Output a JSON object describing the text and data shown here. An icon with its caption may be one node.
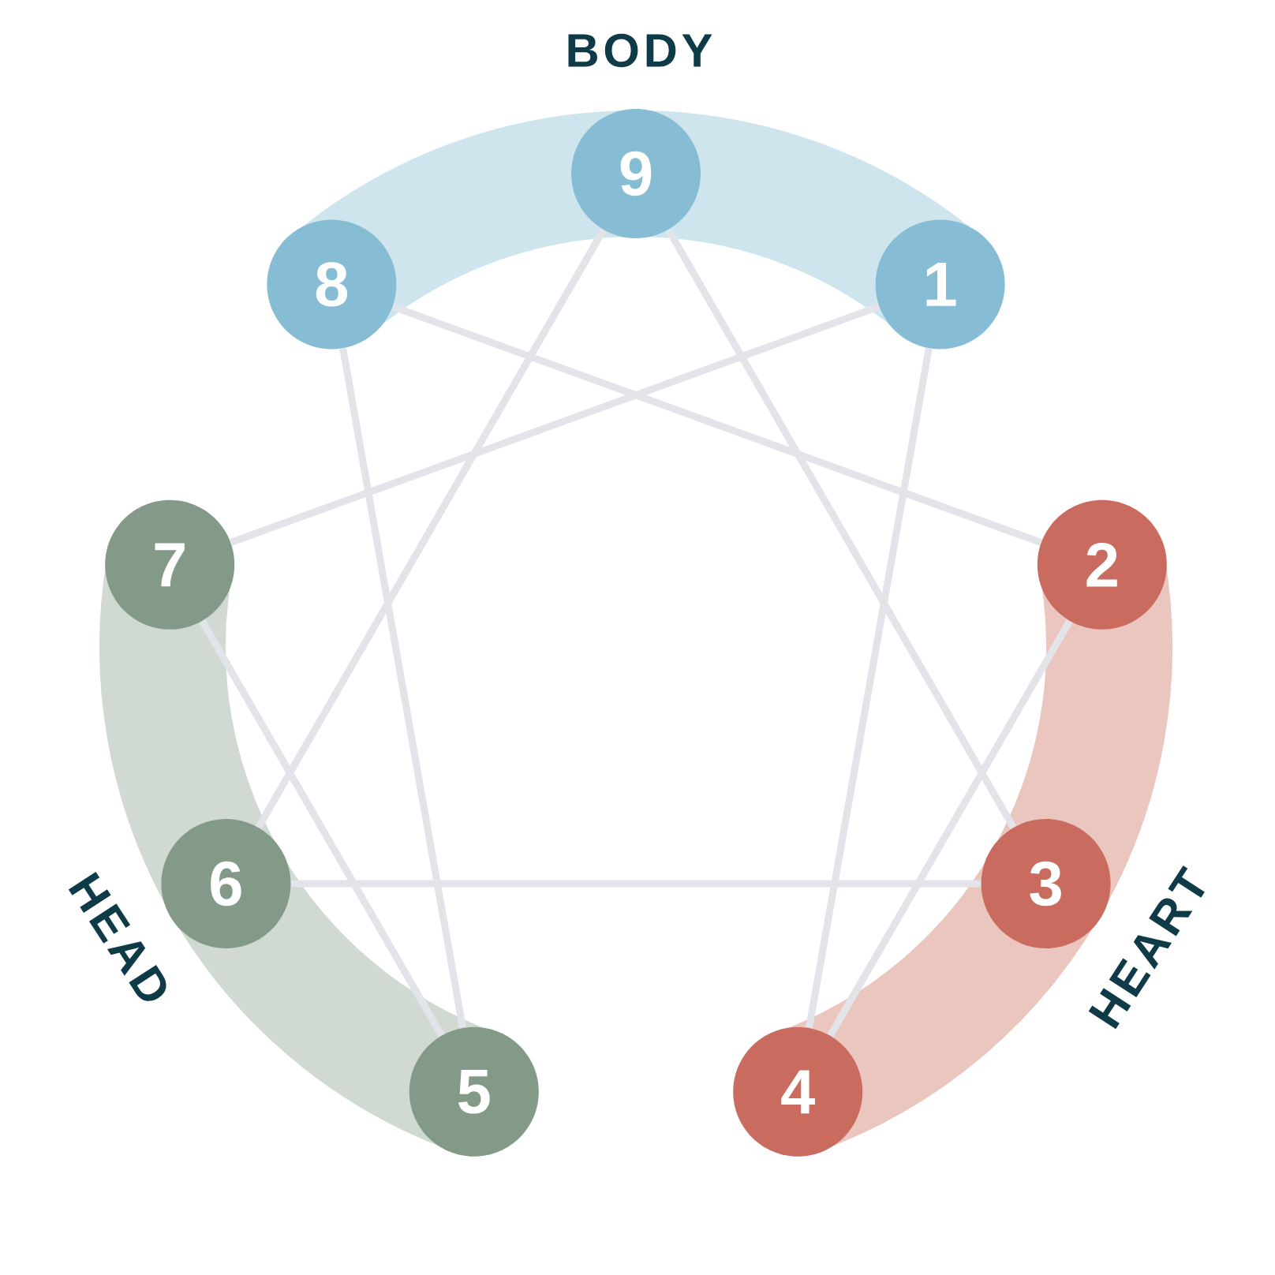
{
  "diagram": {
    "nodes": [
      {
        "text": [
          "9"
        ]
      },
      {
        "text": [
          "8"
        ]
      },
      {
        "text": [
          "1"
        ]
      },
      {
        "text": [
          "7"
        ]
      },
      {
        "text": [
          "2"
        ]
      },
      {
        "text": [
          "6"
        ]
      },
      {
        "text": [
          "3"
        ]
      },
      {
        "text": [
          "5"
        ]
      },
      {
        "text": [
          "4"
        ]
      }
    ],
    "edges": [
      {
        "from": 0,
        "to": 6,
        "arrow": "none"
      },
      {
        "from": 0,
        "to": 5,
        "arrow": "none"
      },
      {
        "from": 5,
        "to": 6,
        "arrow": "none"
      },
      {
        "from": 2,
        "to": 8,
        "arrow": "none"
      },
      {
        "from": 8,
        "to": 4,
        "arrow": "none"
      },
      {
        "from": 4,
        "to": 1,
        "arrow": "none"
      },
      {
        "from": 1,
        "to": 7,
        "arrow": "none"
      },
      {
        "from": 7,
        "to": 3,
        "arrow": "none"
      },
      {
        "from": 3,
        "to": 2,
        "arrow": "none"
      }
    ],
    "labels": [
      "BODY",
      "HEAD",
      "HEART"
    ]
  }
}
